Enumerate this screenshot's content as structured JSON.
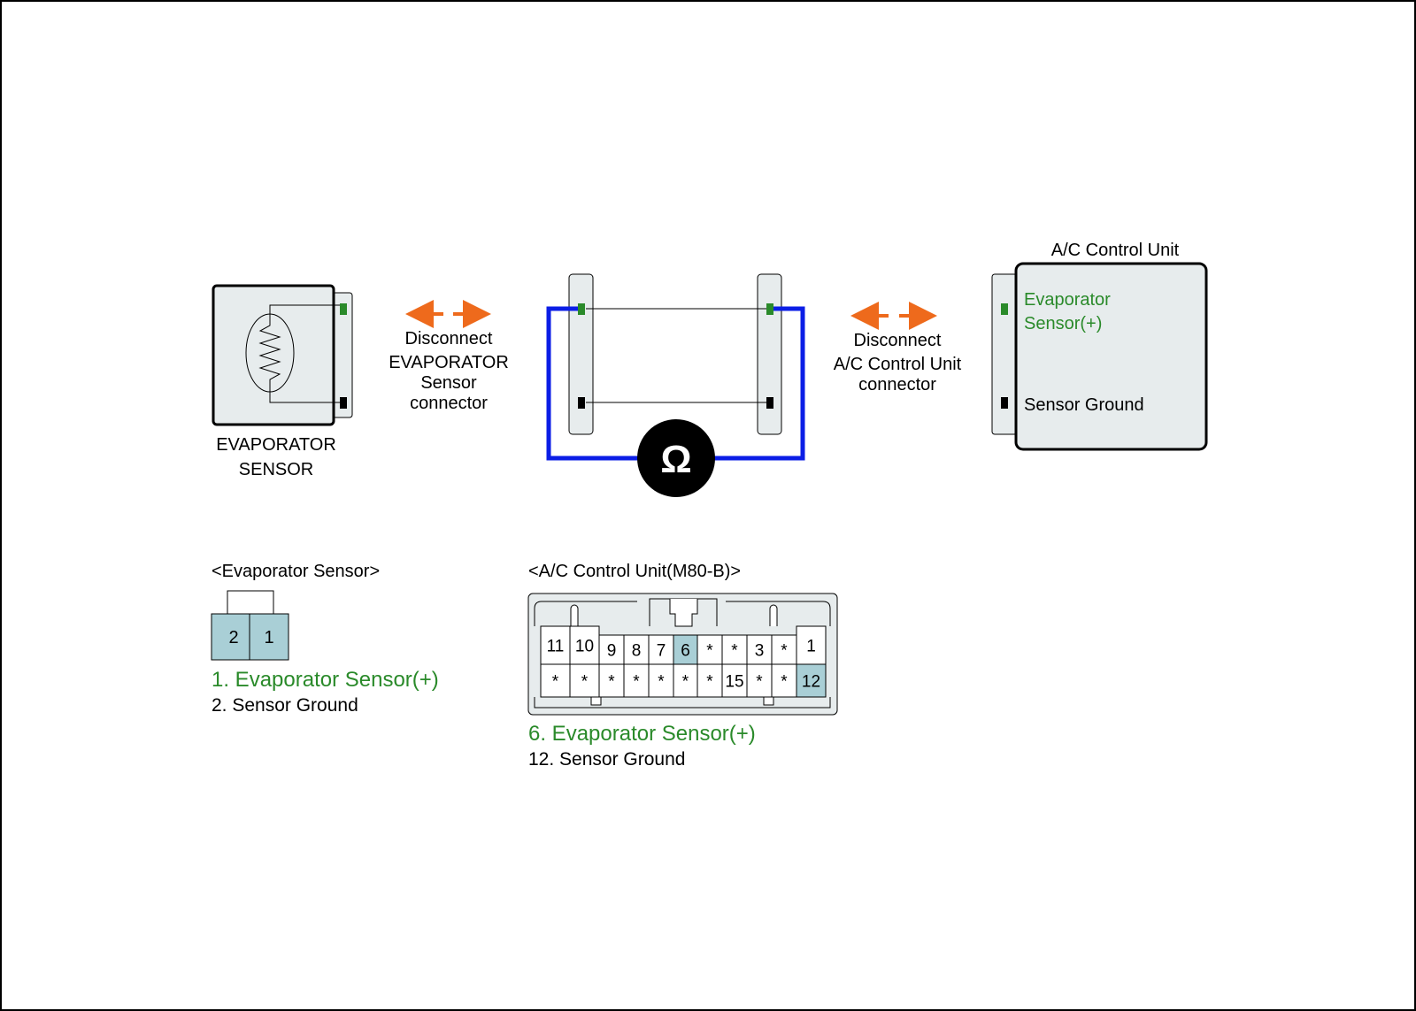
{
  "colors": {
    "frame": "#000000",
    "panel": "#e7eced",
    "pin_highlight": "#a9cfd6",
    "positive_green": "#2a8a2a",
    "wire_blue": "#0b1ee6",
    "arrow_orange": "#ee6a1c"
  },
  "labels": {
    "evap_sensor_line1": "EVAPORATOR",
    "evap_sensor_line2": "SENSOR",
    "disconnect_left_1": "Disconnect",
    "disconnect_left_2": "EVAPORATOR",
    "disconnect_left_3": "Sensor",
    "disconnect_left_4": "connector",
    "disconnect_right_1": "Disconnect",
    "disconnect_right_2": "A/C Control Unit",
    "disconnect_right_3": "connector",
    "ac_unit_title": "A/C Control Unit",
    "ac_evap_line1": "Evaporator",
    "ac_evap_line2": "Sensor(+)",
    "ac_sensor_ground": "Sensor Ground",
    "ohm_symbol": "Ω"
  },
  "evap_connector": {
    "title": "<Evaporator Sensor>",
    "pins": [
      "2",
      "1"
    ],
    "legend": [
      {
        "text": "1. Evaporator Sensor(+)",
        "color": "green"
      },
      {
        "text": "2. Sensor Ground",
        "color": "black"
      }
    ]
  },
  "ac_connector": {
    "title": "<A/C Control Unit(M80-B)>",
    "top_row": [
      "11",
      "10",
      "9",
      "8",
      "7",
      "6",
      "*",
      "*",
      "3",
      "*",
      "1"
    ],
    "bottom_row": [
      "*",
      "*",
      "*",
      "*",
      "*",
      "*",
      "*",
      "15",
      "*",
      "*",
      "12"
    ],
    "highlighted": [
      "6",
      "12"
    ],
    "legend": [
      {
        "text": "6. Evaporator Sensor(+)",
        "color": "green"
      },
      {
        "text": "12. Sensor Ground",
        "color": "black"
      }
    ]
  }
}
